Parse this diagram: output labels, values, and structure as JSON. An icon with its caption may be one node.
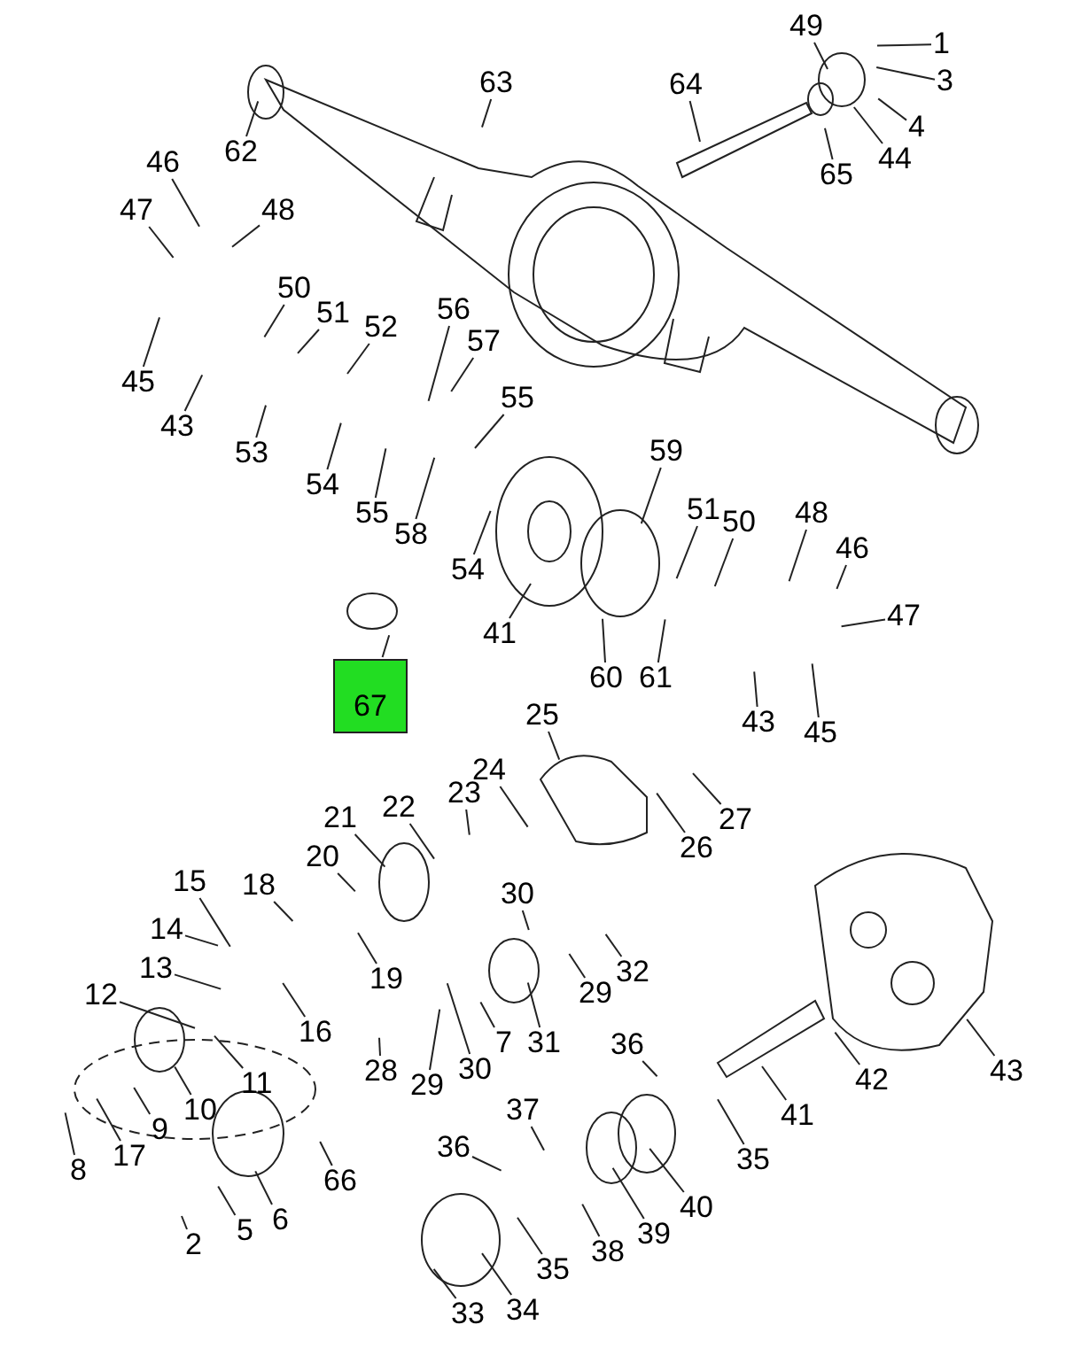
{
  "diagram": {
    "nodes": [
      {
        "text": [
          "1"
        ]
      },
      {
        "text": [
          "49"
        ]
      },
      {
        "text": [
          "3"
        ]
      },
      {
        "text": [
          "4"
        ]
      },
      {
        "text": [
          "44"
        ]
      },
      {
        "text": [
          "65"
        ]
      },
      {
        "text": [
          "64"
        ]
      },
      {
        "text": [
          "63"
        ]
      },
      {
        "text": [
          "62"
        ]
      },
      {
        "text": [
          "46"
        ]
      },
      {
        "text": [
          "47"
        ]
      },
      {
        "text": [
          "48"
        ]
      },
      {
        "text": [
          "45"
        ]
      },
      {
        "text": [
          "43"
        ]
      },
      {
        "text": [
          "50"
        ]
      },
      {
        "text": [
          "51"
        ]
      },
      {
        "text": [
          "52"
        ]
      },
      {
        "text": [
          "53"
        ]
      },
      {
        "text": [
          "54"
        ]
      },
      {
        "text": [
          "56"
        ]
      },
      {
        "text": [
          "57"
        ]
      },
      {
        "text": [
          "55"
        ]
      },
      {
        "text": [
          "55"
        ]
      },
      {
        "text": [
          "58"
        ]
      },
      {
        "text": [
          "54"
        ]
      },
      {
        "text": [
          "41"
        ]
      },
      {
        "text": [
          "59"
        ]
      },
      {
        "text": [
          "51"
        ]
      },
      {
        "text": [
          "50"
        ]
      },
      {
        "text": [
          "48"
        ]
      },
      {
        "text": [
          "46"
        ]
      },
      {
        "text": [
          "47"
        ]
      },
      {
        "text": [
          "60"
        ]
      },
      {
        "text": [
          "61"
        ]
      },
      {
        "text": [
          "67"
        ]
      },
      {
        "text": [
          "43"
        ]
      },
      {
        "text": [
          "45"
        ]
      },
      {
        "text": [
          "25"
        ]
      },
      {
        "text": [
          "27"
        ]
      },
      {
        "text": [
          "26"
        ]
      },
      {
        "text": [
          "24"
        ]
      },
      {
        "text": [
          "23"
        ]
      },
      {
        "text": [
          "22"
        ]
      },
      {
        "text": [
          "21"
        ]
      },
      {
        "text": [
          "20"
        ]
      },
      {
        "text": [
          "18"
        ]
      },
      {
        "text": [
          "15"
        ]
      },
      {
        "text": [
          "14"
        ]
      },
      {
        "text": [
          "13"
        ]
      },
      {
        "text": [
          "12"
        ]
      },
      {
        "text": [
          "19"
        ]
      },
      {
        "text": [
          "16"
        ]
      },
      {
        "text": [
          "11"
        ]
      },
      {
        "text": [
          "10"
        ]
      },
      {
        "text": [
          "9"
        ]
      },
      {
        "text": [
          "17"
        ]
      },
      {
        "text": [
          "8"
        ]
      },
      {
        "text": [
          "66"
        ]
      },
      {
        "text": [
          "5"
        ]
      },
      {
        "text": [
          "6"
        ]
      },
      {
        "text": [
          "2"
        ]
      },
      {
        "text": [
          "30"
        ]
      },
      {
        "text": [
          "29"
        ]
      },
      {
        "text": [
          "32"
        ]
      },
      {
        "text": [
          "31"
        ]
      },
      {
        "text": [
          "7"
        ]
      },
      {
        "text": [
          "30"
        ]
      },
      {
        "text": [
          "29"
        ]
      },
      {
        "text": [
          "28"
        ]
      },
      {
        "text": [
          "36"
        ]
      },
      {
        "text": [
          "41"
        ]
      },
      {
        "text": [
          "42"
        ]
      },
      {
        "text": [
          "43"
        ]
      },
      {
        "text": [
          "35"
        ]
      },
      {
        "text": [
          "37"
        ]
      },
      {
        "text": [
          "36"
        ]
      },
      {
        "text": [
          "40"
        ]
      },
      {
        "text": [
          "39"
        ]
      },
      {
        "text": [
          "38"
        ]
      },
      {
        "text": [
          "35"
        ]
      },
      {
        "text": [
          "34"
        ]
      },
      {
        "text": [
          "33"
        ]
      }
    ],
    "edges": [
      {
        "from": 0,
        "to": null,
        "arrow": "none"
      },
      {
        "from": 1,
        "to": null,
        "arrow": "none"
      },
      {
        "from": 2,
        "to": null,
        "arrow": "none"
      },
      {
        "from": 3,
        "to": null,
        "arrow": "none"
      },
      {
        "from": 4,
        "to": null,
        "arrow": "none"
      },
      {
        "from": 5,
        "to": null,
        "arrow": "none"
      },
      {
        "from": 6,
        "to": null,
        "arrow": "none"
      },
      {
        "from": 7,
        "to": null,
        "arrow": "none"
      },
      {
        "from": 8,
        "to": null,
        "arrow": "none"
      },
      {
        "from": 9,
        "to": null,
        "arrow": "none"
      },
      {
        "from": 10,
        "to": null,
        "arrow": "none"
      },
      {
        "from": 11,
        "to": null,
        "arrow": "none"
      },
      {
        "from": 12,
        "to": null,
        "arrow": "none"
      },
      {
        "from": 13,
        "to": null,
        "arrow": "none"
      },
      {
        "from": 14,
        "to": null,
        "arrow": "none"
      },
      {
        "from": 15,
        "to": null,
        "arrow": "none"
      },
      {
        "from": 16,
        "to": null,
        "arrow": "none"
      },
      {
        "from": 17,
        "to": null,
        "arrow": "none"
      },
      {
        "from": 18,
        "to": null,
        "arrow": "none"
      },
      {
        "from": 19,
        "to": null,
        "arrow": "none"
      },
      {
        "from": 20,
        "to": null,
        "arrow": "none"
      },
      {
        "from": 21,
        "to": null,
        "arrow": "none"
      },
      {
        "from": 22,
        "to": null,
        "arrow": "none"
      },
      {
        "from": 23,
        "to": null,
        "arrow": "none"
      },
      {
        "from": 24,
        "to": null,
        "arrow": "none"
      },
      {
        "from": 25,
        "to": null,
        "arrow": "none"
      },
      {
        "from": 26,
        "to": null,
        "arrow": "none"
      },
      {
        "from": 27,
        "to": null,
        "arrow": "none"
      },
      {
        "from": 28,
        "to": null,
        "arrow": "none"
      },
      {
        "from": 29,
        "to": null,
        "arrow": "none"
      },
      {
        "from": 30,
        "to": null,
        "arrow": "none"
      },
      {
        "from": 31,
        "to": null,
        "arrow": "none"
      },
      {
        "from": 32,
        "to": null,
        "arrow": "none"
      },
      {
        "from": 33,
        "to": null,
        "arrow": "none"
      },
      {
        "from": 34,
        "to": null,
        "arrow": "none"
      },
      {
        "from": 35,
        "to": null,
        "arrow": "none"
      },
      {
        "from": 36,
        "to": null,
        "arrow": "none"
      },
      {
        "from": 37,
        "to": null,
        "arrow": "none"
      },
      {
        "from": 38,
        "to": null,
        "arrow": "none"
      },
      {
        "from": 39,
        "to": null,
        "arrow": "none"
      },
      {
        "from": 40,
        "to": null,
        "arrow": "none"
      },
      {
        "from": 41,
        "to": null,
        "arrow": "none"
      },
      {
        "from": 42,
        "to": null,
        "arrow": "none"
      },
      {
        "from": 43,
        "to": null,
        "arrow": "none"
      },
      {
        "from": 44,
        "to": null,
        "arrow": "none"
      },
      {
        "from": 45,
        "to": null,
        "arrow": "none"
      },
      {
        "from": 46,
        "to": null,
        "arrow": "none"
      },
      {
        "from": 47,
        "to": null,
        "arrow": "none"
      },
      {
        "from": 48,
        "to": null,
        "arrow": "none"
      },
      {
        "from": 49,
        "to": null,
        "arrow": "none"
      },
      {
        "from": 50,
        "to": null,
        "arrow": "none"
      },
      {
        "from": 51,
        "to": null,
        "arrow": "none"
      },
      {
        "from": 52,
        "to": null,
        "arrow": "none"
      },
      {
        "from": 53,
        "to": null,
        "arrow": "none"
      },
      {
        "from": 54,
        "to": null,
        "arrow": "none"
      },
      {
        "from": 55,
        "to": null,
        "arrow": "none"
      },
      {
        "from": 56,
        "to": null,
        "arrow": "none"
      },
      {
        "from": 57,
        "to": null,
        "arrow": "none"
      },
      {
        "from": 58,
        "to": null,
        "arrow": "none"
      },
      {
        "from": 59,
        "to": null,
        "arrow": "none"
      },
      {
        "from": 60,
        "to": null,
        "arrow": "none"
      },
      {
        "from": 61,
        "to": null,
        "arrow": "none"
      },
      {
        "from": 62,
        "to": null,
        "arrow": "none"
      },
      {
        "from": 63,
        "to": null,
        "arrow": "none"
      },
      {
        "from": 64,
        "to": null,
        "arrow": "none"
      },
      {
        "from": 65,
        "to": null,
        "arrow": "none"
      },
      {
        "from": 66,
        "to": null,
        "arrow": "none"
      },
      {
        "from": 67,
        "to": null,
        "arrow": "none"
      },
      {
        "from": 68,
        "to": null,
        "arrow": "none"
      },
      {
        "from": 69,
        "to": null,
        "arrow": "none"
      },
      {
        "from": 70,
        "to": null,
        "arrow": "none"
      },
      {
        "from": 71,
        "to": null,
        "arrow": "none"
      },
      {
        "from": 72,
        "to": null,
        "arrow": "none"
      },
      {
        "from": 73,
        "to": null,
        "arrow": "none"
      },
      {
        "from": 74,
        "to": null,
        "arrow": "none"
      },
      {
        "from": 75,
        "to": null,
        "arrow": "none"
      },
      {
        "from": 76,
        "to": null,
        "arrow": "none"
      },
      {
        "from": 77,
        "to": null,
        "arrow": "none"
      },
      {
        "from": 78,
        "to": null,
        "arrow": "none"
      },
      {
        "from": 79,
        "to": null,
        "arrow": "none"
      },
      {
        "from": 80,
        "to": null,
        "arrow": "none"
      },
      {
        "from": 81,
        "to": null,
        "arrow": "none"
      }
    ]
  }
}
